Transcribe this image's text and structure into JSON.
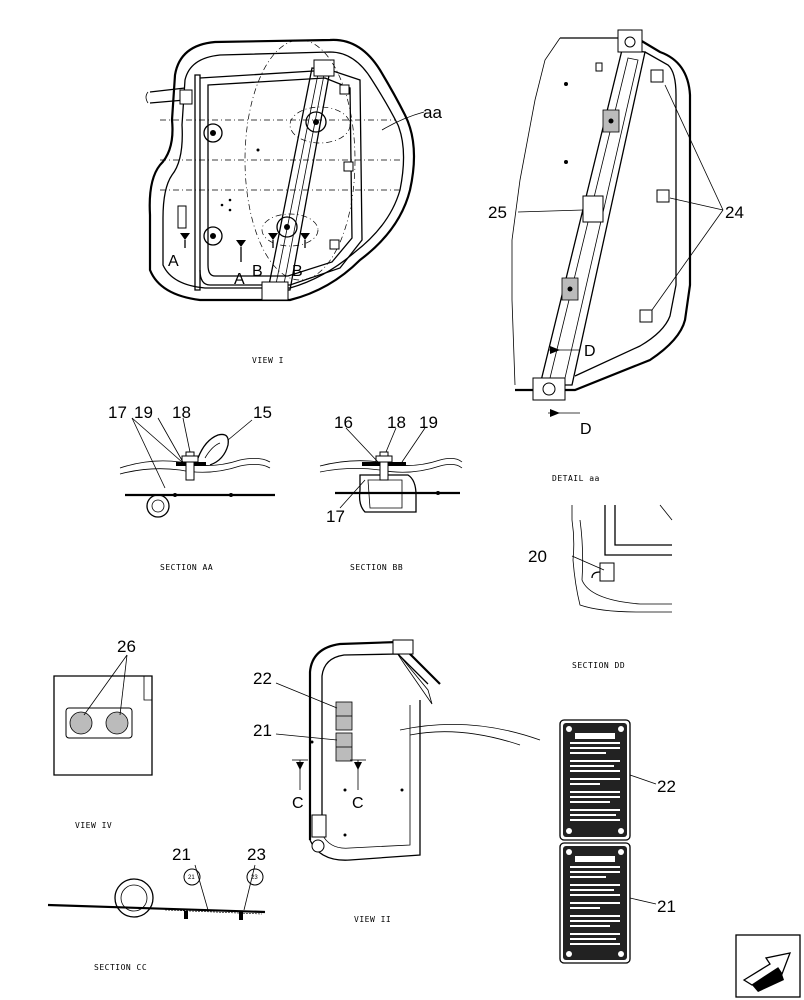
{
  "views": {
    "view_i": "VIEW I",
    "section_aa": "SECTION AA",
    "section_bb": "SECTION BB",
    "detail_aa": "DETAIL aa",
    "section_dd": "SECTION DD",
    "view_iv": "VIEW IV",
    "view_ii": "VIEW II",
    "section_cc": "SECTION CC"
  },
  "view_i_labels": {
    "detail_ref": "aa",
    "sec_a1": "A",
    "sec_a2": "A",
    "sec_b1": "B",
    "sec_b2": "B"
  },
  "detail_aa_labels": {
    "c25": "25",
    "c24": "24",
    "d1": "D",
    "d2": "D"
  },
  "section_aa_labels": {
    "c17": "17",
    "c19": "19",
    "c18": "18",
    "c15": "15"
  },
  "section_bb_labels": {
    "c16": "16",
    "c18": "18",
    "c19": "19",
    "c17": "17"
  },
  "section_dd_labels": {
    "c20": "20"
  },
  "view_iv_labels": {
    "c26": "26"
  },
  "view_ii_labels": {
    "c22": "22",
    "c21": "21",
    "sc1": "C",
    "sc2": "C"
  },
  "section_cc_labels": {
    "c21": "21",
    "c23": "23",
    "bubble1": "21",
    "bubble2": "23"
  },
  "decal_labels": {
    "c22": "22",
    "c21": "21"
  },
  "nav_icon": "arrow-icon"
}
